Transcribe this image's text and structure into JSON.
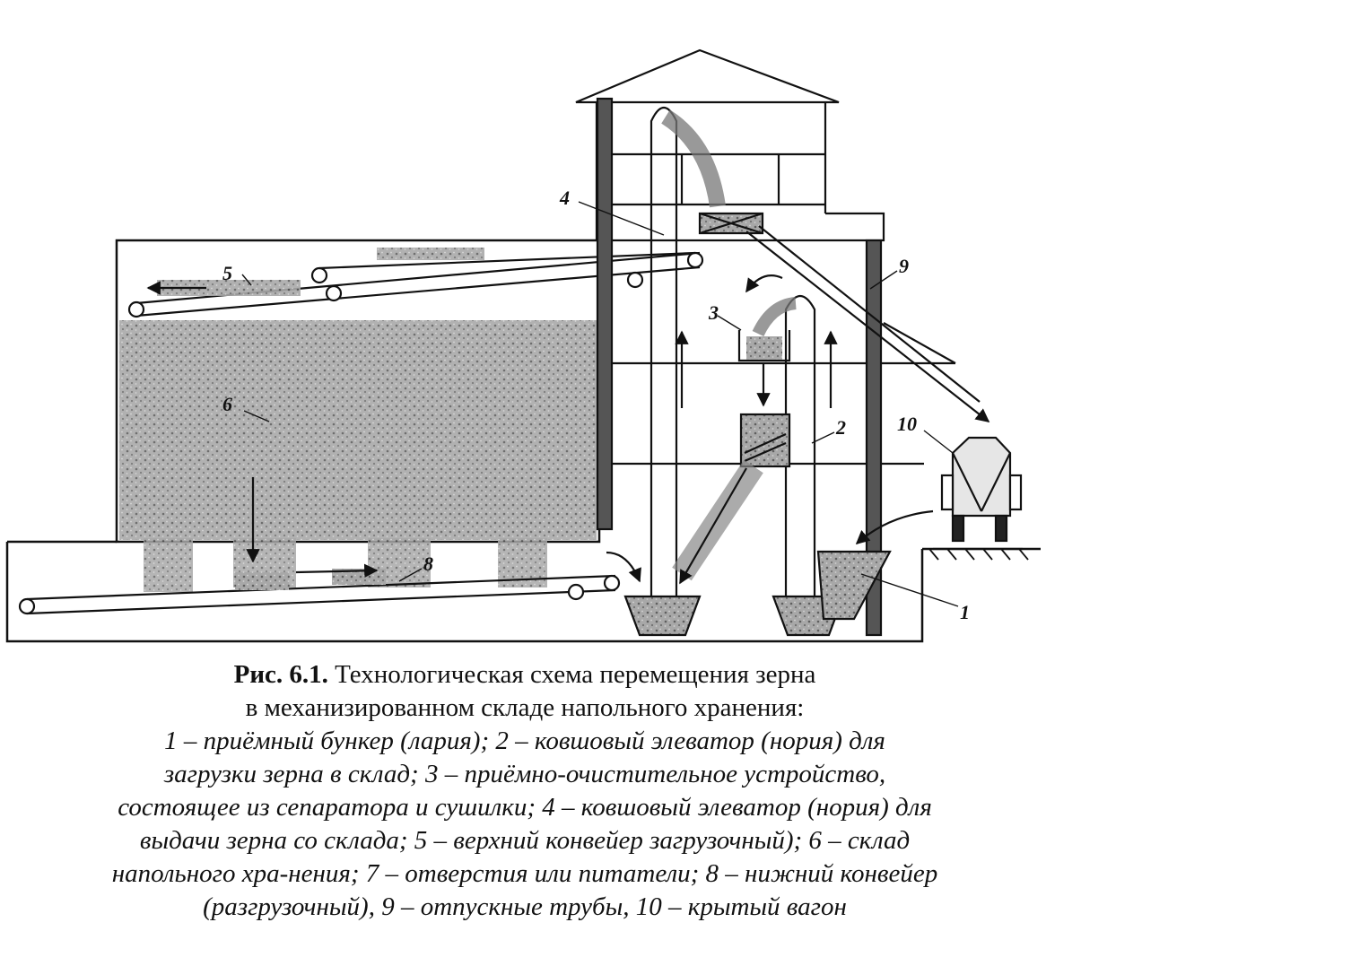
{
  "figure": {
    "labels": {
      "l1": "1",
      "l2": "2",
      "l3": "3",
      "l4": "4",
      "l5": "5",
      "l6": "6",
      "l8": "8",
      "l9": "9",
      "l10": "10"
    }
  },
  "caption": {
    "number": "Рис. 6.1.",
    "title_line1": "Технологическая схема перемещения зерна",
    "title_line2": "в механизированном складе напольного хранения:",
    "legend_lines": [
      "1 – приёмный бункер (лария); 2 – ковшовый элеватор (нория) для",
      "загрузки зерна в склад; 3 – приёмно-очистительное устройство,",
      "состоящее из сепаратора и сушилки; 4 – ковшовый элеватор (нория) для",
      "выдачи зерна со склада; 5 – верхний конвейер загрузочный); 6 – склад",
      "напольного хра-нения; 7 – отверстия или питатели; 8 – нижний конвейер",
      "(разгрузочный), 9 – отпускные трубы, 10 – крытый вагон"
    ]
  },
  "colors": {
    "ink": "#111111",
    "grain": "#9a9a9a",
    "grain_dark": "#7d7d7d",
    "paper": "#ffffff"
  }
}
